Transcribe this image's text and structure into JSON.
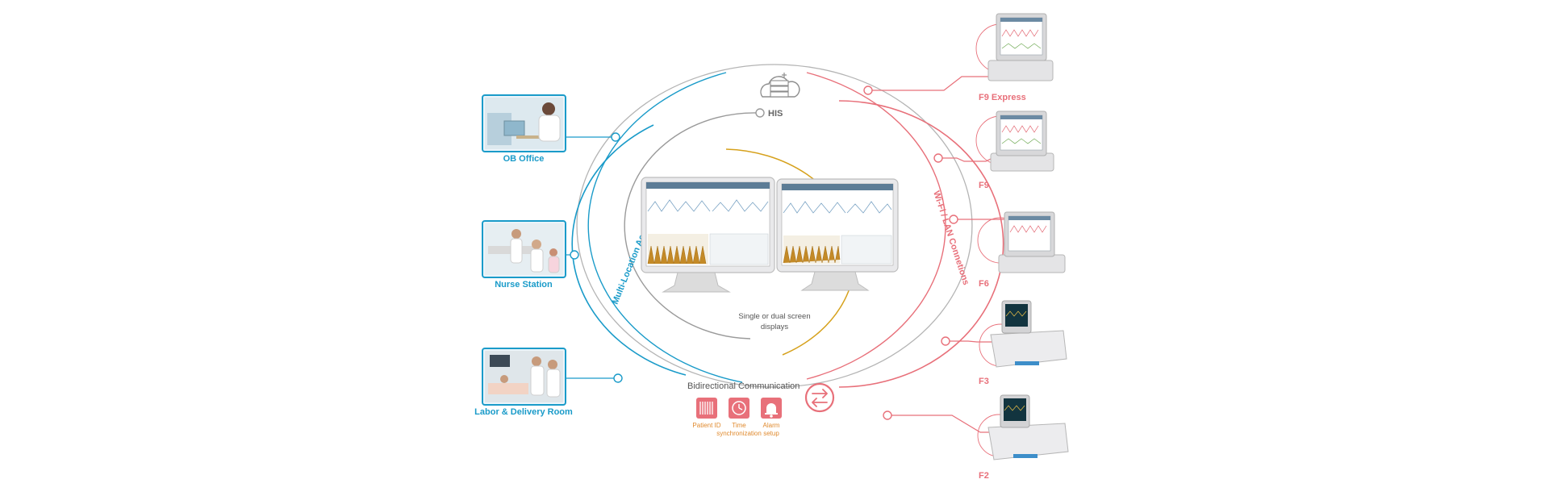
{
  "colors": {
    "blue": "#1a9bc9",
    "red": "#e8707a",
    "gold": "#d6a11c",
    "gray": "#9a9a9a",
    "orange": "#e08a2e"
  },
  "left_locations": [
    {
      "label": "OB Office",
      "icon": "doctor-at-computer-photo"
    },
    {
      "label": "Nurse Station",
      "icon": "nurses-photo"
    },
    {
      "label": "Labor & Delivery Room",
      "icon": "delivery-room-photo"
    }
  ],
  "arc_labels": {
    "left": "Multi-Location Access",
    "right": "Wi-Fi / LAN Connetions"
  },
  "his": {
    "label": "HIS",
    "icon": "cloud-server-icon"
  },
  "center": {
    "caption_line1": "Single or dual screen",
    "caption_line2": "displays"
  },
  "bidirectional": {
    "title": "Bidirectional Communication",
    "items": [
      {
        "label_lines": [
          "Patient ID"
        ],
        "icon": "barcode-icon"
      },
      {
        "label_lines": [
          "Time",
          "synchronization"
        ],
        "icon": "clock-sync-icon"
      },
      {
        "label_lines": [
          "Alarm",
          "setup"
        ],
        "icon": "bell-icon"
      }
    ],
    "exchange_icon": "exchange-arrows-icon"
  },
  "devices": [
    {
      "label": "F9 Express"
    },
    {
      "label": "F9"
    },
    {
      "label": "F6"
    },
    {
      "label": "F3"
    },
    {
      "label": "F2"
    }
  ]
}
